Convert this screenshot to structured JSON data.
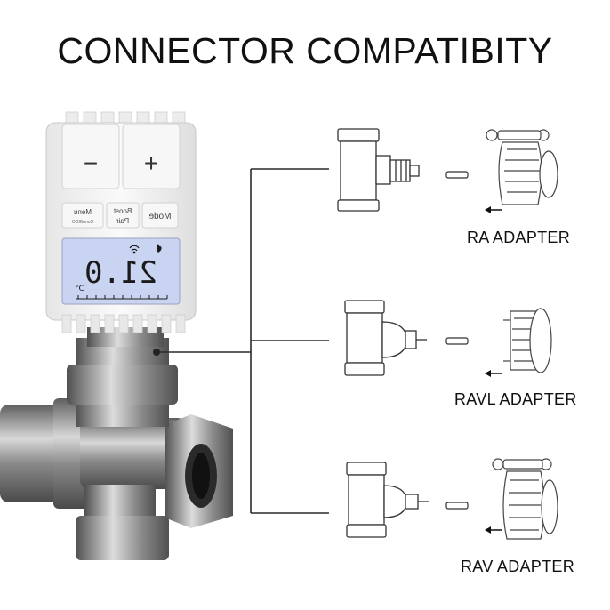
{
  "title": "CONNECTOR COMPATIBITY",
  "thermostat": {
    "minus_label": "−",
    "plus_label": "+",
    "menu_label": "Menu",
    "menu_sub": "Conn/ECO",
    "pair_label": "Pair",
    "boost_label": "Boost",
    "mode_label": "Mode",
    "display_value": "21.0",
    "display_unit": "°C",
    "display_wifi_icon": "wifi-icon",
    "display_flame_icon": "flame-icon"
  },
  "adapters": [
    {
      "label": "RA ADAPTER"
    },
    {
      "label": "RAVL ADAPTER"
    },
    {
      "label": "RAV ADAPTER"
    }
  ],
  "colors": {
    "line": "#2a2a2a",
    "lcd": "#c9d4f2",
    "metal": "#9a9a9a",
    "device": "#f4f4f4"
  }
}
